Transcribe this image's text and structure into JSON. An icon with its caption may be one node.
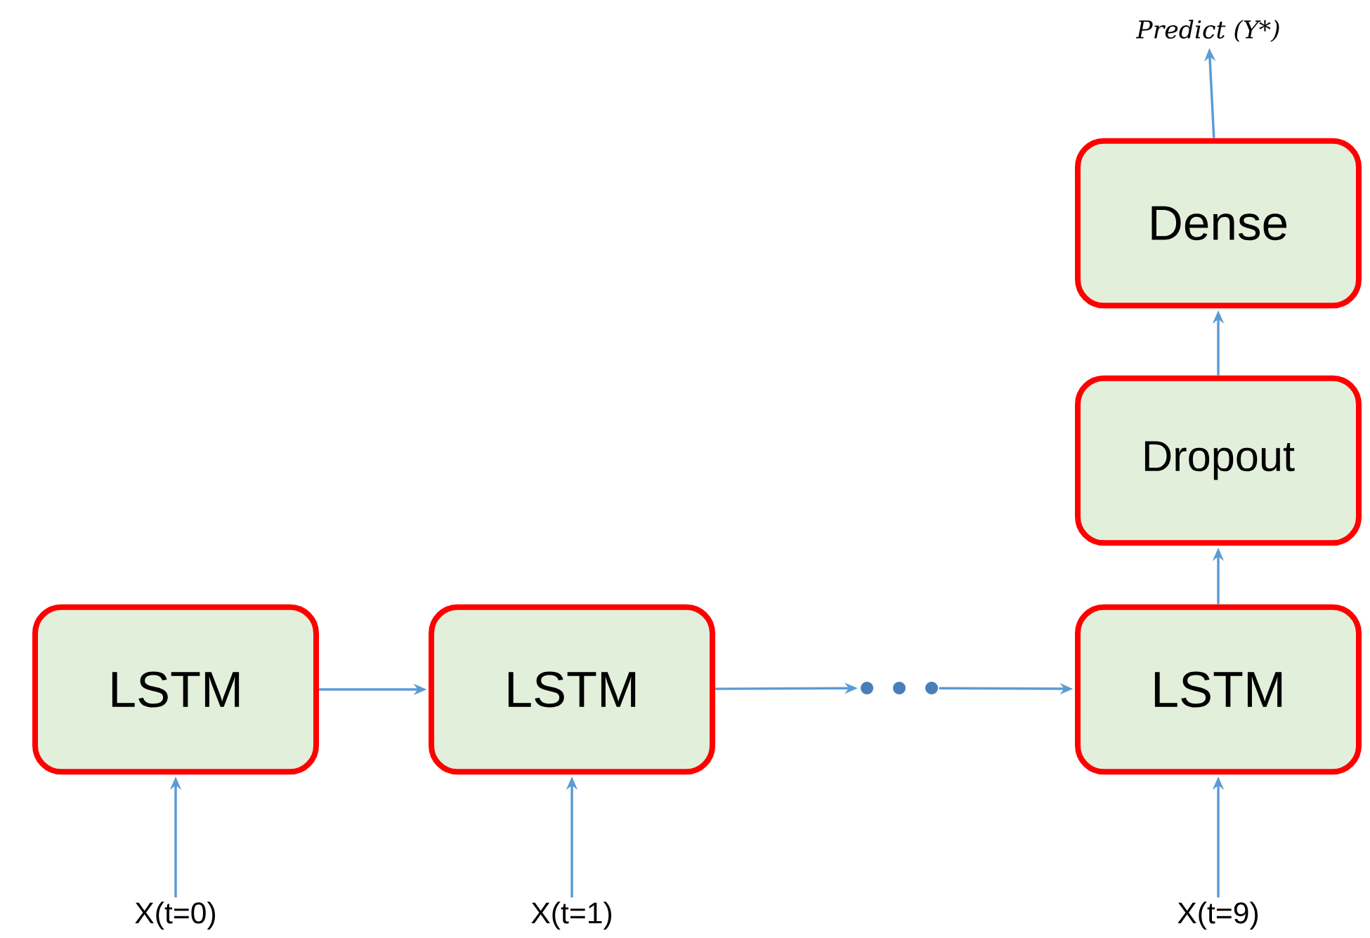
{
  "diagram": {
    "nodes": [
      {
        "text": [
          "Predict (Y*)"
        ]
      },
      {
        "text": [
          "Dense"
        ]
      },
      {
        "text": [
          "Dropout"
        ]
      },
      {
        "text": [
          "LSTM"
        ]
      },
      {
        "text": [
          "LSTM"
        ]
      },
      {
        "text": [],
        "shape": "dots"
      },
      {
        "text": [
          "LSTM"
        ]
      },
      {
        "text": [
          "X(t=0)"
        ]
      },
      {
        "text": [
          "X(t=1)"
        ]
      },
      {
        "text": [
          "X(t=9)"
        ]
      }
    ],
    "edges": [
      {
        "from": 7,
        "to": 3,
        "arrow": "to"
      },
      {
        "from": 8,
        "to": 4,
        "arrow": "to"
      },
      {
        "from": 9,
        "to": 6,
        "arrow": "to"
      },
      {
        "from": 3,
        "to": 4,
        "arrow": "to"
      },
      {
        "from": 4,
        "to": 5,
        "arrow": "to"
      },
      {
        "from": 5,
        "to": 6,
        "arrow": "to"
      },
      {
        "from": 6,
        "to": 2,
        "arrow": "to"
      },
      {
        "from": 2,
        "to": 1,
        "arrow": "to"
      },
      {
        "from": 1,
        "to": 0,
        "arrow": "to"
      }
    ]
  }
}
